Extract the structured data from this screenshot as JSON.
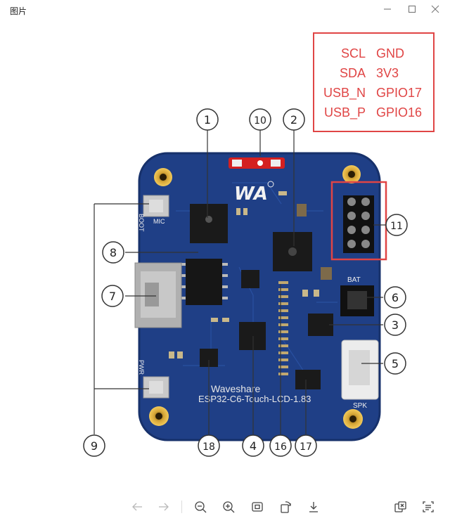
{
  "window": {
    "title": "图片"
  },
  "pin_table": {
    "rows": [
      {
        "left": "SCL",
        "right": "GND"
      },
      {
        "left": "SDA",
        "right": "3V3"
      },
      {
        "left": "USB_N",
        "right": "GPIO17"
      },
      {
        "left": "USB_P",
        "right": "GPIO16"
      }
    ],
    "border_color": "#e04545"
  },
  "board": {
    "silk_brand": "Waveshare",
    "silk_model": "ESP32-C6-Touch-LCD-1.83",
    "silk_boot": "BOOT",
    "silk_mic": "MIC",
    "silk_pwr": "PWR",
    "silk_bat": "BAT",
    "silk_spk": "SPK",
    "pcb_color": "#1f3f86"
  },
  "callouts": [
    "1",
    "2",
    "3",
    "4",
    "5",
    "6",
    "7",
    "8",
    "9",
    "10",
    "11",
    "16",
    "17",
    "18"
  ],
  "toolbar": {
    "icons": [
      "arrow-left-icon",
      "arrow-right-icon",
      "zoom-out-icon",
      "zoom-in-icon",
      "fit-icon",
      "rotate-icon",
      "download-icon",
      "translate-icon",
      "text-extract-icon"
    ]
  },
  "accent_color": "#e04545"
}
